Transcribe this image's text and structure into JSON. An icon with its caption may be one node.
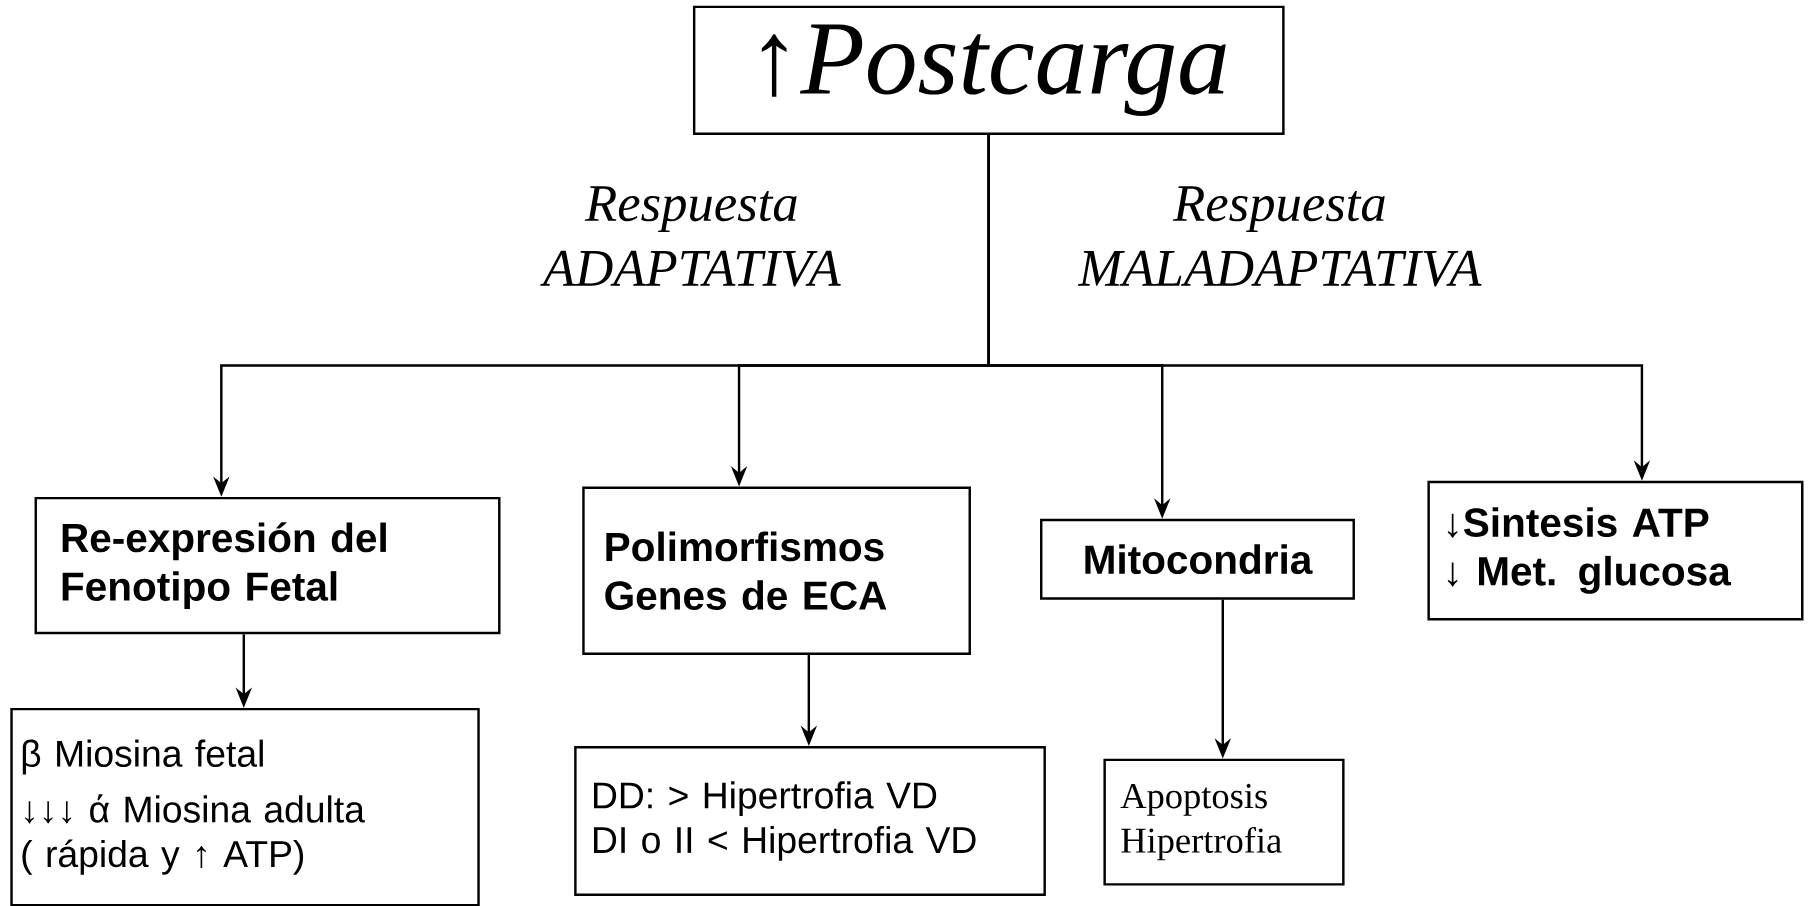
{
  "diagram": {
    "nodes": [
      {
        "text": [
          "↑Postcarga"
        ]
      },
      {
        "text": [
          "Re-expresión del Fenotipo Fetal"
        ]
      },
      {
        "text": [
          "Polimorfismos",
          "Genes de ECA"
        ]
      },
      {
        "text": [
          "Mitocondria"
        ]
      },
      {
        "text": [
          "↓Sintesis ATP",
          "↓ Met. glucosa"
        ]
      },
      {
        "text": [
          "β  Miosina fetal",
          "↓↓↓ ά Miosina adulta",
          "( rápida y ↑ ATP)"
        ]
      },
      {
        "text": [
          "DD: > Hipertrofia VD",
          "DI o II < Hipertrofia VD"
        ]
      },
      {
        "text": [
          "Apoptosis",
          "Hipertrofia"
        ]
      }
    ],
    "edges": [
      {
        "from": 0,
        "to": 1,
        "arrow": "to"
      },
      {
        "from": 0,
        "to": 2,
        "arrow": "to"
      },
      {
        "from": 0,
        "to": 3,
        "arrow": "to"
      },
      {
        "from": 0,
        "to": 4,
        "arrow": "to"
      },
      {
        "from": 1,
        "to": 5,
        "arrow": "to"
      },
      {
        "from": 2,
        "to": 6,
        "arrow": "to"
      },
      {
        "from": 3,
        "to": 7,
        "arrow": "to"
      }
    ],
    "labels": [
      "Respuesta ADAPTATIVA",
      "Respuesta MALADAPTATIVA"
    ]
  }
}
